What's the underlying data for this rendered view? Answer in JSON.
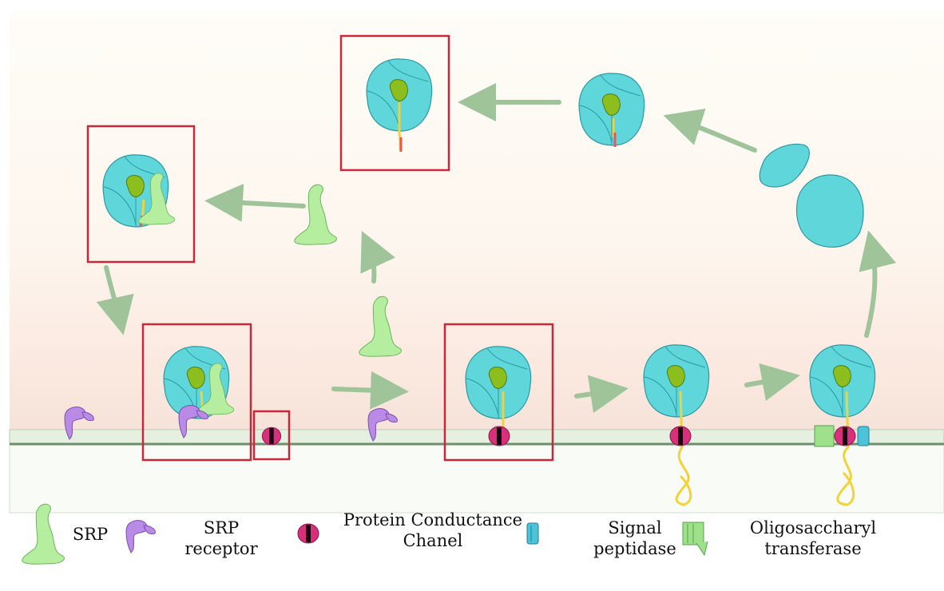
{
  "legend": {
    "srp": "SRP",
    "srp_receptor": [
      "SRP",
      "receptor"
    ],
    "channel": [
      "Protein Conductance",
      "Chanel"
    ],
    "signal_peptidase": [
      "Signal",
      "peptidase"
    ],
    "ost": [
      "Oligosaccharyl",
      "transferase"
    ]
  },
  "colors": {
    "ribosome": "#5fd6da",
    "ribosome_stroke": "#2a9aa2",
    "nascent_chain": "#f2d23a",
    "signal_sequence": "#e8555a",
    "srp": "#b6eea0",
    "srp_receptor": "#b98ae6",
    "channel": "#d8307a",
    "signal_peptidase": "#4cc3d9",
    "ost": "#9fe08a",
    "arrow": "#9fc49a",
    "highlight_box": "#c8283a",
    "membrane": "#6d8f6b"
  }
}
